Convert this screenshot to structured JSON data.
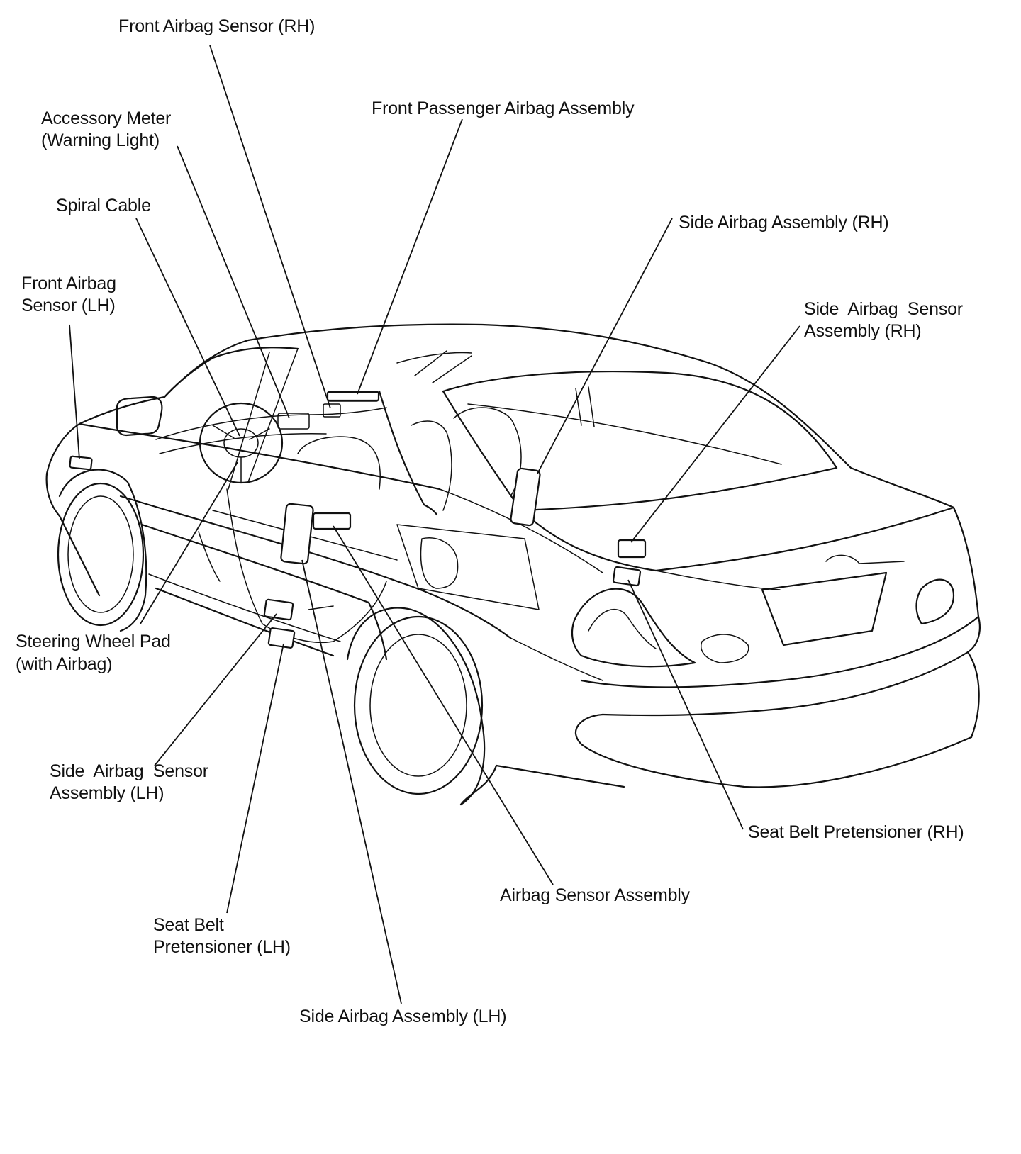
{
  "diagram": {
    "labels": {
      "front_airbag_sensor_rh": "Front Airbag Sensor (RH)",
      "accessory_meter_line1": "Accessory Meter",
      "accessory_meter_line2": "(Warning Light)",
      "front_passenger_airbag": "Front Passenger Airbag Assembly",
      "spiral_cable": "Spiral Cable",
      "side_airbag_assembly_rh": "Side Airbag Assembly (RH)",
      "front_airbag_sensor_lh_line1": "Front Airbag",
      "front_airbag_sensor_lh_line2": "Sensor (LH)",
      "side_airbag_sensor_rh_line1": "Side  Airbag  Sensor",
      "side_airbag_sensor_rh_line2": "Assembly (RH)",
      "steering_wheel_pad_line1": "Steering Wheel Pad",
      "steering_wheel_pad_line2": "(with Airbag)",
      "side_airbag_sensor_lh_line1": "Side  Airbag  Sensor",
      "side_airbag_sensor_lh_line2": "Assembly (LH)",
      "seat_belt_pretensioner_rh": "Seat Belt Pretensioner (RH)",
      "airbag_sensor_assembly": "Airbag Sensor Assembly",
      "seat_belt_pretensioner_lh_line1": "Seat Belt",
      "seat_belt_pretensioner_lh_line2": "Pretensioner (LH)",
      "side_airbag_assembly_lh": "Side Airbag Assembly (LH)"
    }
  }
}
